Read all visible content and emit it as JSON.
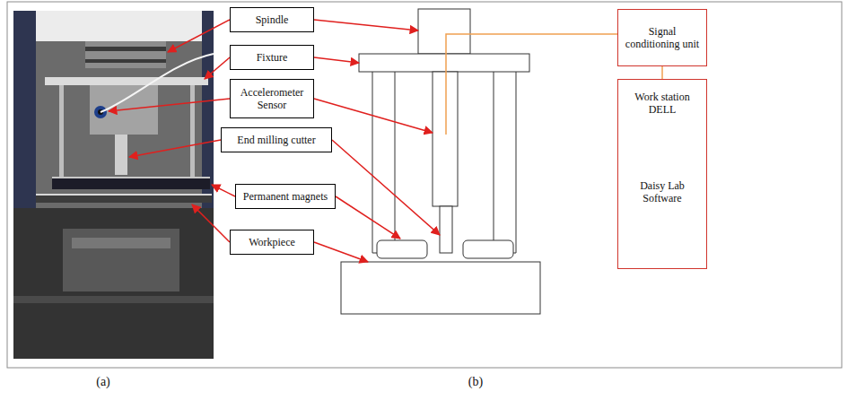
{
  "diagram": {
    "nodes": [
      {
        "text": [
          "Spindle"
        ]
      },
      {
        "text": [
          "Signal conditioning unit"
        ]
      },
      {
        "text": [
          "Fixture"
        ]
      },
      {
        "text": [
          "Accelerometer Sensor"
        ]
      },
      {
        "text": [
          "Work station DELL",
          "Daisy Lab Software"
        ]
      },
      {
        "text": [
          "End milling cutter"
        ]
      },
      {
        "text": [
          "Permanent magnets"
        ]
      },
      {
        "text": [
          "Workpiece"
        ]
      }
    ],
    "edges": [
      {
        "from": 1,
        "to": 4,
        "arrow": "none"
      }
    ],
    "labels": [
      "(a)",
      "(b)"
    ]
  }
}
